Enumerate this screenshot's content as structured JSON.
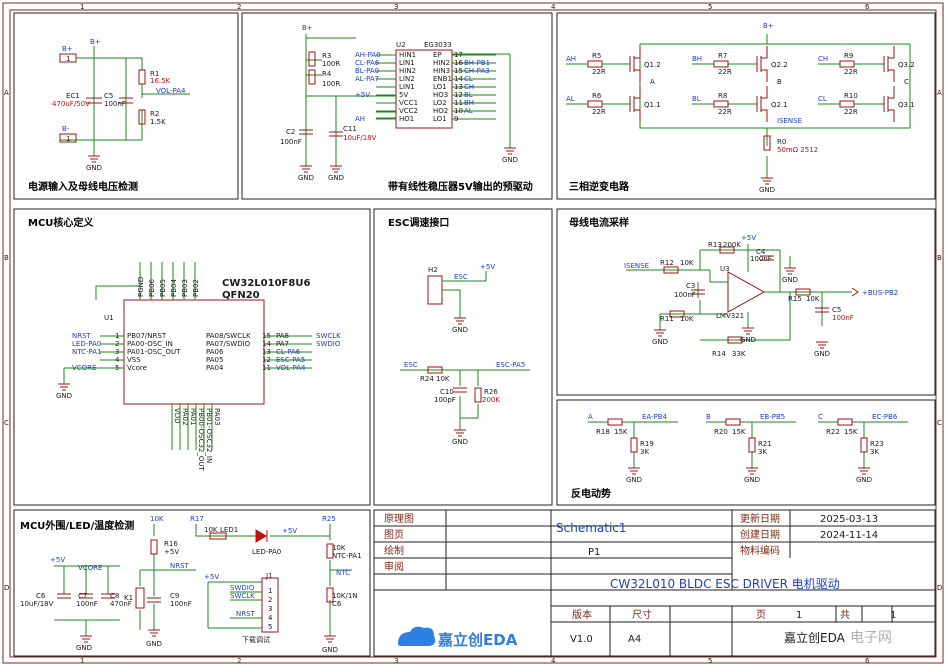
{
  "border": {
    "cols": [
      "1",
      "2",
      "3",
      "4",
      "5",
      "6"
    ],
    "rows": [
      "A",
      "B",
      "C",
      "D"
    ]
  },
  "sections": {
    "power": {
      "title": "电源输入及母线电压检测",
      "parts": [
        "B+",
        "B+",
        "1",
        "C1",
        "470uF/50V",
        "C5",
        "100nF",
        "R1",
        "16.5K",
        "R2",
        "1.5K",
        "VOL-PA4",
        "B-",
        "1",
        "GND"
      ]
    },
    "predriver": {
      "title": "带有线性稳压器5V输出的预驱动",
      "chip_ref": "U2",
      "chip_name": "EG3033",
      "pins_left": [
        "HIN1",
        "LIN1",
        "HIN2",
        "LIN2",
        "LIN1",
        "5V",
        "VCC1",
        "VCC2",
        "HO1"
      ],
      "pins_right": [
        "EP",
        "HIN2",
        "HIN3",
        "ENB1",
        "LO1",
        "HO3",
        "LO2",
        "HO2",
        "LO1"
      ],
      "nets_left": [
        "AH-PA0",
        "CL-PA6",
        "BL-PA0",
        "AL-PA7",
        "+5V",
        "AH"
      ],
      "nets_right": [
        "BH-PB1",
        "CH-PA3",
        "CL",
        "CH",
        "BL",
        "BH",
        "AL"
      ],
      "parts": [
        "R3",
        "100R",
        "R4",
        "100R",
        "B+",
        "C2",
        "100nF",
        "C11",
        "10uF/18V",
        "GND",
        "GND",
        "GND"
      ]
    },
    "inverter": {
      "title": "三相逆变电路",
      "phase_nodes": [
        "A",
        "B",
        "C"
      ],
      "inputs": [
        "AH",
        "AL",
        "BH",
        "BL",
        "CH",
        "CL"
      ],
      "resistors": [
        "R5",
        "22R",
        "R6",
        "22R",
        "R7",
        "22R",
        "R8",
        "22R",
        "R9",
        "22R",
        "R10",
        "22R"
      ],
      "fets": [
        "Q1.2",
        "Q1.1",
        "Q2.2",
        "Q2.1",
        "Q3.2",
        "Q3.1"
      ],
      "sense_net": "ISENSE",
      "shunt": "R0",
      "shunt_value": "50mΩ 2512",
      "supply": "B+",
      "gnd": "GND"
    },
    "mcu": {
      "title": "MCU核心定义",
      "chip": "CW32L010F8U6",
      "package": "QFN20",
      "ref": "U1",
      "pins_left": [
        "PB07/NRST",
        "PA00-OSC_IN",
        "PA01-OSC_OUT",
        "VSS",
        "Vcore"
      ],
      "pin_nums_left": [
        "1",
        "2",
        "3",
        "4",
        "5"
      ],
      "pins_right": [
        "PA08/SWCLK",
        "PA07/SWDIO",
        "PA06",
        "PA05",
        "PA04"
      ],
      "pin_nums_right": [
        "15",
        "14",
        "13",
        "12",
        "11"
      ],
      "pins_top": [
        "PGND",
        "PB06",
        "PB05",
        "PB04",
        "PB03",
        "PB02"
      ],
      "pins_bottom": [
        "VDD",
        "PA02",
        "PA01",
        "PB00-OSC32_OUT",
        "PB01-OSC32_IN",
        "PA03"
      ],
      "nets_left": [
        "NRST",
        "LED-PA0",
        "NTC-PA1",
        "VCORE"
      ],
      "nets_right": [
        "SWCLK",
        "SWDIO",
        "CL-PA6",
        "ESC-PA5",
        "VOL-PA4"
      ],
      "right_labels": [
        "PA8",
        "PA7"
      ],
      "gnd_label": "GND"
    },
    "esc": {
      "title": "ESC调速接口",
      "header": "H2",
      "nets": [
        "ESC",
        "+5V",
        "ESC",
        "ESC-PA5"
      ],
      "parts": [
        "R24",
        "10K",
        "R26",
        "200K",
        "C10",
        "100pF"
      ],
      "gnd": "GND"
    },
    "current": {
      "title": "母线电流采样",
      "parts": [
        "R13",
        "200K",
        "C4",
        "100nF",
        "R12",
        "10K",
        "U3",
        "C3",
        "100nF",
        "R11",
        "10K",
        "LMV321",
        "R14",
        "33K",
        "R15",
        "10K",
        "C5",
        "100nF"
      ],
      "nets": [
        "ISENSE",
        "+5V",
        "+BUS-PB2"
      ]
    },
    "bemf": {
      "title": "反电动势",
      "nets": [
        "A",
        "B",
        "C",
        "EA-PB4",
        "EB-PB5",
        "EC-PB6"
      ],
      "parts": [
        "R18",
        "15K",
        "R19",
        "3K",
        "R20",
        "15K",
        "R21",
        "3K",
        "R22",
        "15K",
        "R23",
        "3K"
      ]
    },
    "periph": {
      "title": "MCU外围/LED/温度检测",
      "parts": [
        "+5V",
        "R16",
        "10K",
        "+5V",
        "R17",
        "10K",
        "LED1",
        "LED-PA0",
        "+5V",
        "R25",
        "10K",
        "NTC-PA1",
        "NTC",
        "10K/1N",
        "C6",
        "10uF/18V",
        "C7",
        "100nF",
        "C8",
        "470nF",
        "VCORE",
        "K1",
        "C9",
        "100nF",
        "NRST",
        "J1",
        "下载调试",
        "SWDIO",
        "SWCLK",
        "NRST"
      ]
    }
  },
  "titleblock": {
    "labels": [
      "原理图",
      "图页",
      "绘制",
      "审阅",
      "更新日期",
      "创建日期",
      "物料编码",
      "版本",
      "尺寸",
      "页",
      "共"
    ],
    "schematic": "Schematic1",
    "page": "P1",
    "update_date": "2025-03-13",
    "create_date": "2024-11-14",
    "project": "CW32L010 BLDC ESC DRIVER 电机驱动",
    "version": "V1.0",
    "size": "A4",
    "page_num": "1",
    "total": "1",
    "company": "嘉立创EDA",
    "brand": "嘉立创EDA",
    "watermark": "电子网"
  }
}
